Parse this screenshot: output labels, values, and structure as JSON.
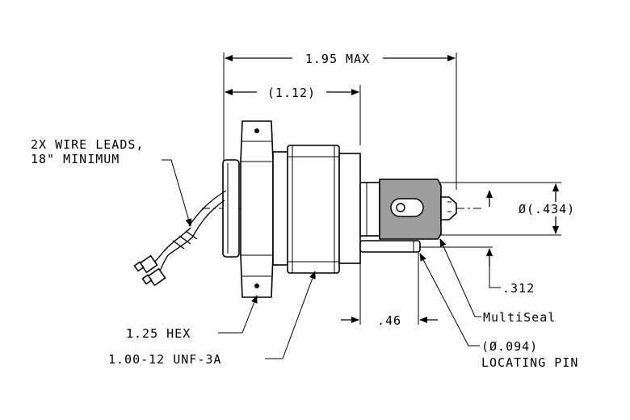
{
  "labels": {
    "overall_length": "1.95 MAX",
    "body_length": "(1.12)",
    "wire_leads_line1": "2X WIRE LEADS,",
    "wire_leads_line2": "18\" MINIMUM",
    "diameter": "Ø(.434)",
    "pin_offset": ".312",
    "seal": "MultiSeal",
    "pin_length": ".46",
    "pin_diameter": "(Ø.094)",
    "pin_name": "LOCATING PIN",
    "hex": "1.25 HEX",
    "thread": "1.00-12 UNF-3A"
  },
  "colors": {
    "seal_fill": "#9e9e9e",
    "line": "#000000"
  },
  "icons": {
    "arrowhead": "arrowhead-icon"
  }
}
